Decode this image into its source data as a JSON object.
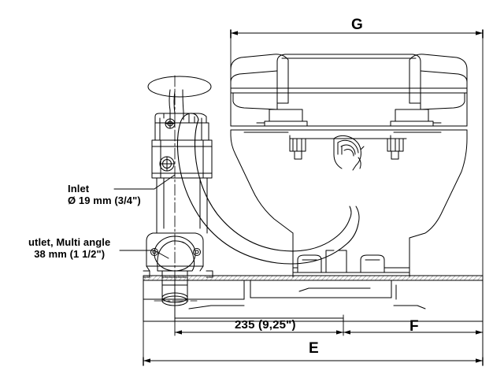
{
  "drawing": {
    "title": "Marine manual toilet side elevation technical drawing",
    "line_color": "#000000",
    "background_color": "#ffffff",
    "hatch_color": "#7f7f7f"
  },
  "dimensions": {
    "g": {
      "letter": "G",
      "name": "overall-height-width-dimension"
    },
    "e": {
      "letter": "E",
      "name": "overall-length-dimension"
    },
    "f": {
      "letter": "F",
      "name": "partial-length-dimension"
    },
    "length_235": {
      "value": "235  (9,25\")",
      "name": "outlet-to-center-dimension"
    }
  },
  "callouts": {
    "inlet": {
      "line1": "Inlet",
      "line2": "Ø 19 mm (3/4\")"
    },
    "outlet": {
      "line1": "utlet, Multi angle",
      "line2": "38 mm (1 1/2\")"
    }
  },
  "parts": {
    "pump_handle": "pump-handle",
    "pump_body": "pump-body",
    "inlet_port": "inlet-port",
    "outlet_flange": "outlet-flange",
    "hose": "flexible-hose",
    "bowl": "toilet-bowl",
    "seat": "toilet-seat",
    "lid": "toilet-lid",
    "base": "base-plate",
    "bolt_left": "mounting-bolt-left",
    "bolt_right": "mounting-bolt-right",
    "elbow_fitting": "elbow-fitting"
  }
}
